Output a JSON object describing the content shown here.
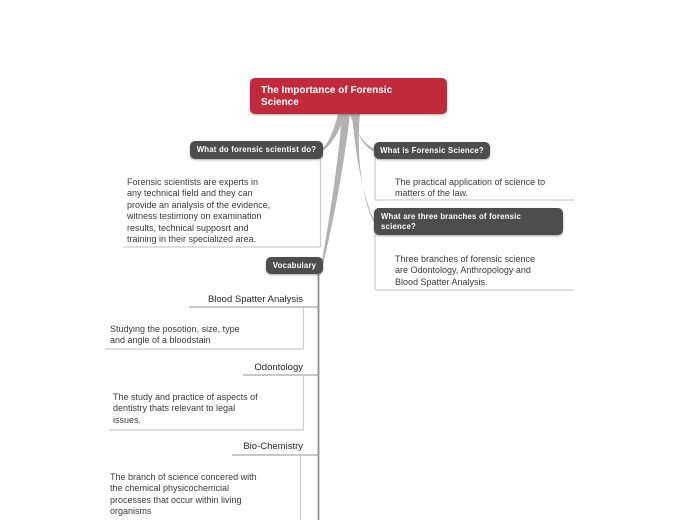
{
  "root": {
    "label": "The Importance of Forensic Science",
    "lines": [
      "The Importance of Forensic",
      "Science"
    ]
  },
  "branches": {
    "what_do": {
      "title": "What do forensic scientist do?",
      "note_lines": [
        "Forensic scientists are experts in",
        "any technical field and they can",
        "provide an analysis of the evidence,",
        "witness testimony on examination",
        "results, technical supposrt and",
        "training in their specialized area."
      ]
    },
    "what_is": {
      "title": "What is Forensic Science?",
      "note_lines": [
        "The practical application of science to",
        "matters of the law."
      ]
    },
    "three_branches": {
      "title": "What are three branches of forensic science?",
      "title_lines": [
        "What are three branches of forensic",
        "science?"
      ],
      "note_lines": [
        "Three branches of forensic science",
        "are Odontology, Anthropology and",
        "Blood Spatter Analysis."
      ]
    },
    "vocabulary": {
      "title": "Vocabulary",
      "children": {
        "blood_spatter": {
          "term": "Blood Spatter Analysis",
          "def_lines": [
            "Studying the posotion, size, type",
            "and angle of a bloodstain"
          ]
        },
        "odontology": {
          "term": "Odontology",
          "def_lines": [
            "The study and practice of aspects of",
            "dentistry thats relevant to legal",
            "issues."
          ]
        },
        "bio_chemistry": {
          "term": "Bio-Chemistry",
          "def_lines": [
            "The branch of science concered with",
            "the chemical physicochemcial",
            "processes that occur within living",
            "organisms"
          ]
        }
      }
    }
  },
  "colors": {
    "root_bg": "#c02b3c",
    "node_bg": "#4d4d4d",
    "branch_line": "#b2b2b2",
    "spine_line": "#8f8f8f",
    "term_line": "#a6a6a6",
    "def_line": "#cccccc",
    "text_color": "#3a3a3a"
  }
}
